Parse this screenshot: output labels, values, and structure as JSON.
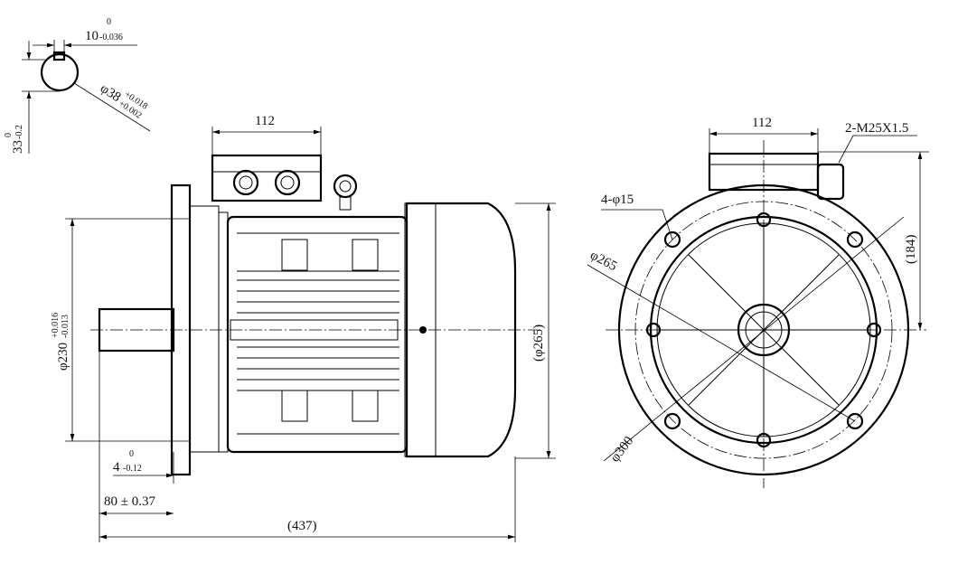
{
  "key_section": {
    "key_width": "10",
    "key_width_tol_upper": "0",
    "key_width_tol_lower": "-0.036",
    "key_height": "33",
    "key_height_tol_upper": "0",
    "key_height_tol_lower": "-0.2",
    "shaft_dia": "φ38",
    "shaft_tol_upper": "+0.018",
    "shaft_tol_lower": "+0.002"
  },
  "side_view": {
    "box_width": "112",
    "spigot_dia": "φ230",
    "spigot_tol_upper": "+0.016",
    "spigot_tol_lower": "-0.013",
    "flange_dia": "(φ265)",
    "spigot_depth": "4",
    "spigot_depth_tol_upper": "0",
    "spigot_depth_tol_lower": "-0.12",
    "shaft_length": "80 ± 0.37",
    "overall_length": "(437)"
  },
  "front_view": {
    "box_width": "112",
    "cable_gland": "2-M25X1.5",
    "holes": "4-φ15",
    "pcd": "φ265",
    "flange_outer": "φ300",
    "height": "(184)"
  }
}
